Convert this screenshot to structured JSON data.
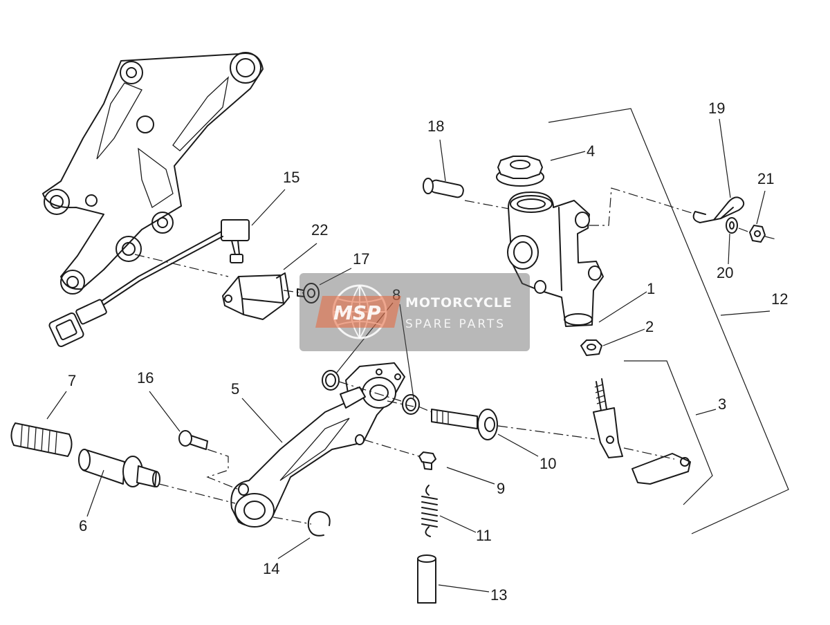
{
  "watermark": {
    "logo": "MSP",
    "line1": "MOTORCYCLE",
    "line2": "SPARE PARTS",
    "colors": {
      "box": "#555555",
      "logo_bg": "#e8663a"
    }
  },
  "callouts": [
    "1",
    "2",
    "3",
    "4",
    "5",
    "6",
    "7",
    "8",
    "9",
    "10",
    "11",
    "12",
    "13",
    "14",
    "15",
    "16",
    "17",
    "18",
    "19",
    "20",
    "21",
    "22"
  ]
}
